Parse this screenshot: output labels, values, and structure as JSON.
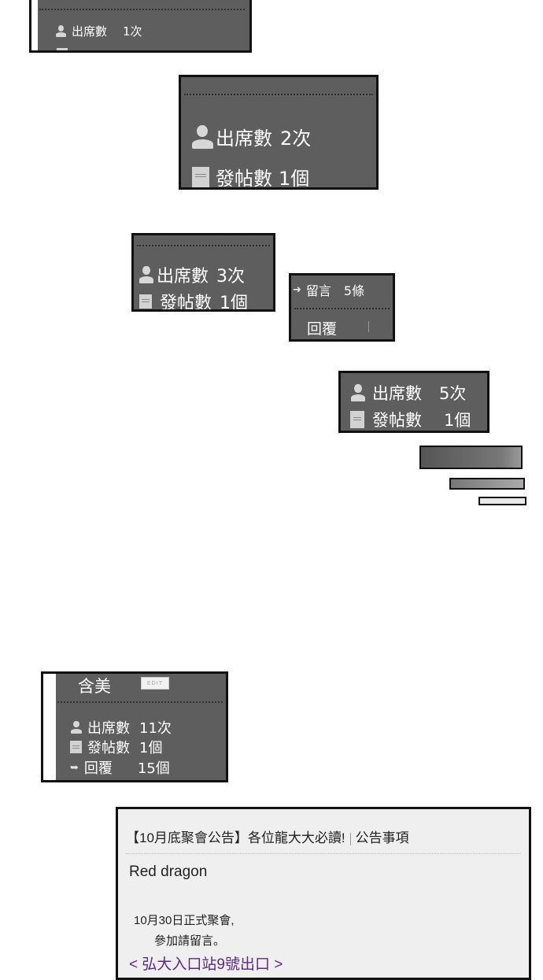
{
  "panel1": {
    "attendance_label": "出席數",
    "attendance_value": "1次"
  },
  "panel2": {
    "attendance_label": "出席數",
    "attendance_value": "2次",
    "posts_label": "發帖數",
    "posts_value": "1個"
  },
  "panel3": {
    "attendance_label": "出席數",
    "attendance_value": "3次",
    "posts_label": "發帖數",
    "posts_value": "1個"
  },
  "popup": {
    "comments_label": "留言",
    "comments_value": "5條",
    "reply_label": "回覆"
  },
  "panel4": {
    "attendance_label": "出席數",
    "attendance_value": "5次",
    "posts_label": "發帖數",
    "posts_value": "1個"
  },
  "profile": {
    "username": "含美",
    "edit_label": "EDIT",
    "attendance_label": "出席數",
    "attendance_value": "11次",
    "posts_label": "發帖數",
    "posts_value": "1個",
    "reply_label": "回覆",
    "reply_value": "15個"
  },
  "notice": {
    "title": "【10月底聚會公告】各位龍大大必讀!",
    "category": "公告事項",
    "author": "Red dragon",
    "body_line1": "10月30日正式聚會,",
    "body_line2": "參加請留言。",
    "location": "< 弘大入口站9號出口 >"
  },
  "colors": {
    "panel_bg": "#5e5e5e",
    "panel_border": "#111111",
    "notice_bg": "#efefef",
    "location_text": "#5b2a8a"
  }
}
